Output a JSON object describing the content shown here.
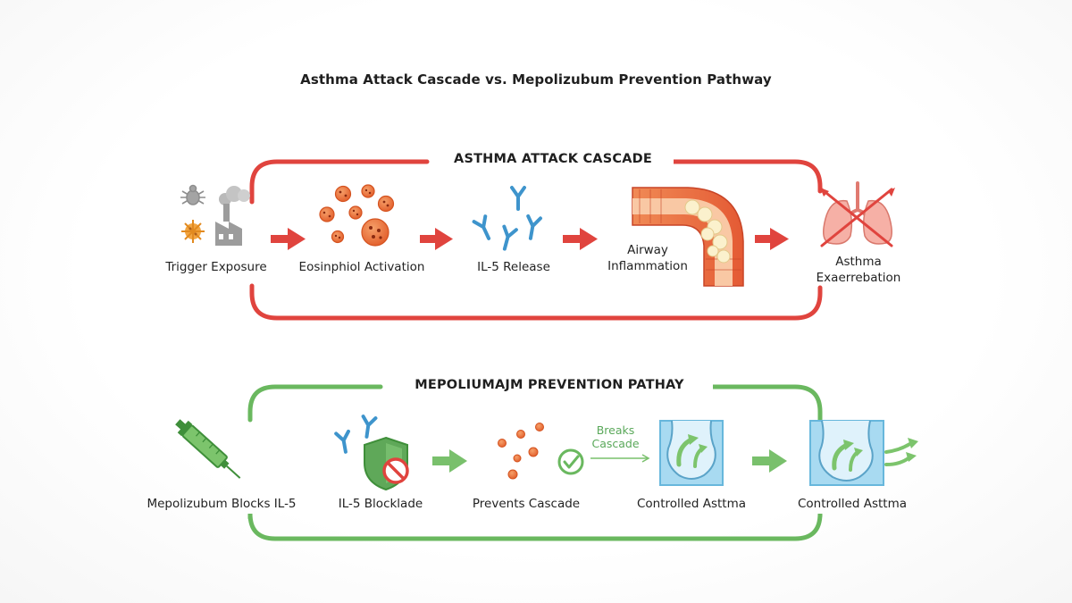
{
  "title": "Asthma Attack Cascade vs. Mepolizubum Prevention Pathway",
  "cascade": {
    "heading": "ASTHMA ATTACK CASCADE",
    "color": "#e0443e",
    "steps": [
      {
        "label": "Trigger Exposure",
        "icon": "allergen-pollution-icon"
      },
      {
        "label": "Eosinphiol Activation",
        "icon": "eosinophil-cells-icon"
      },
      {
        "label": "IL-5 Release",
        "icon": "il5-antibody-icon"
      },
      {
        "label": "Airway Inflammation",
        "icon": "inflamed-airway-icon"
      },
      {
        "label": "Asthma Exaerrebation",
        "icon": "crossed-lungs-icon"
      }
    ]
  },
  "prevention": {
    "heading": "MEPOLIUMAJM PREVENTION PATHAY",
    "color": "#6ab85f",
    "steps": [
      {
        "label": "Mepolizubum Blocks IL-5",
        "icon": "syringe-icon"
      },
      {
        "label": "IL-5 Blocklade",
        "icon": "shield-block-icon"
      },
      {
        "label": "Prevents Cascade",
        "icon": "reduced-cells-icon"
      },
      {
        "label": "Controlled Asttma",
        "icon": "clear-airway-icon"
      },
      {
        "label": "Controlled Asttma",
        "icon": "open-airway-flow-icon"
      }
    ],
    "note": "Breaks Cascade"
  }
}
